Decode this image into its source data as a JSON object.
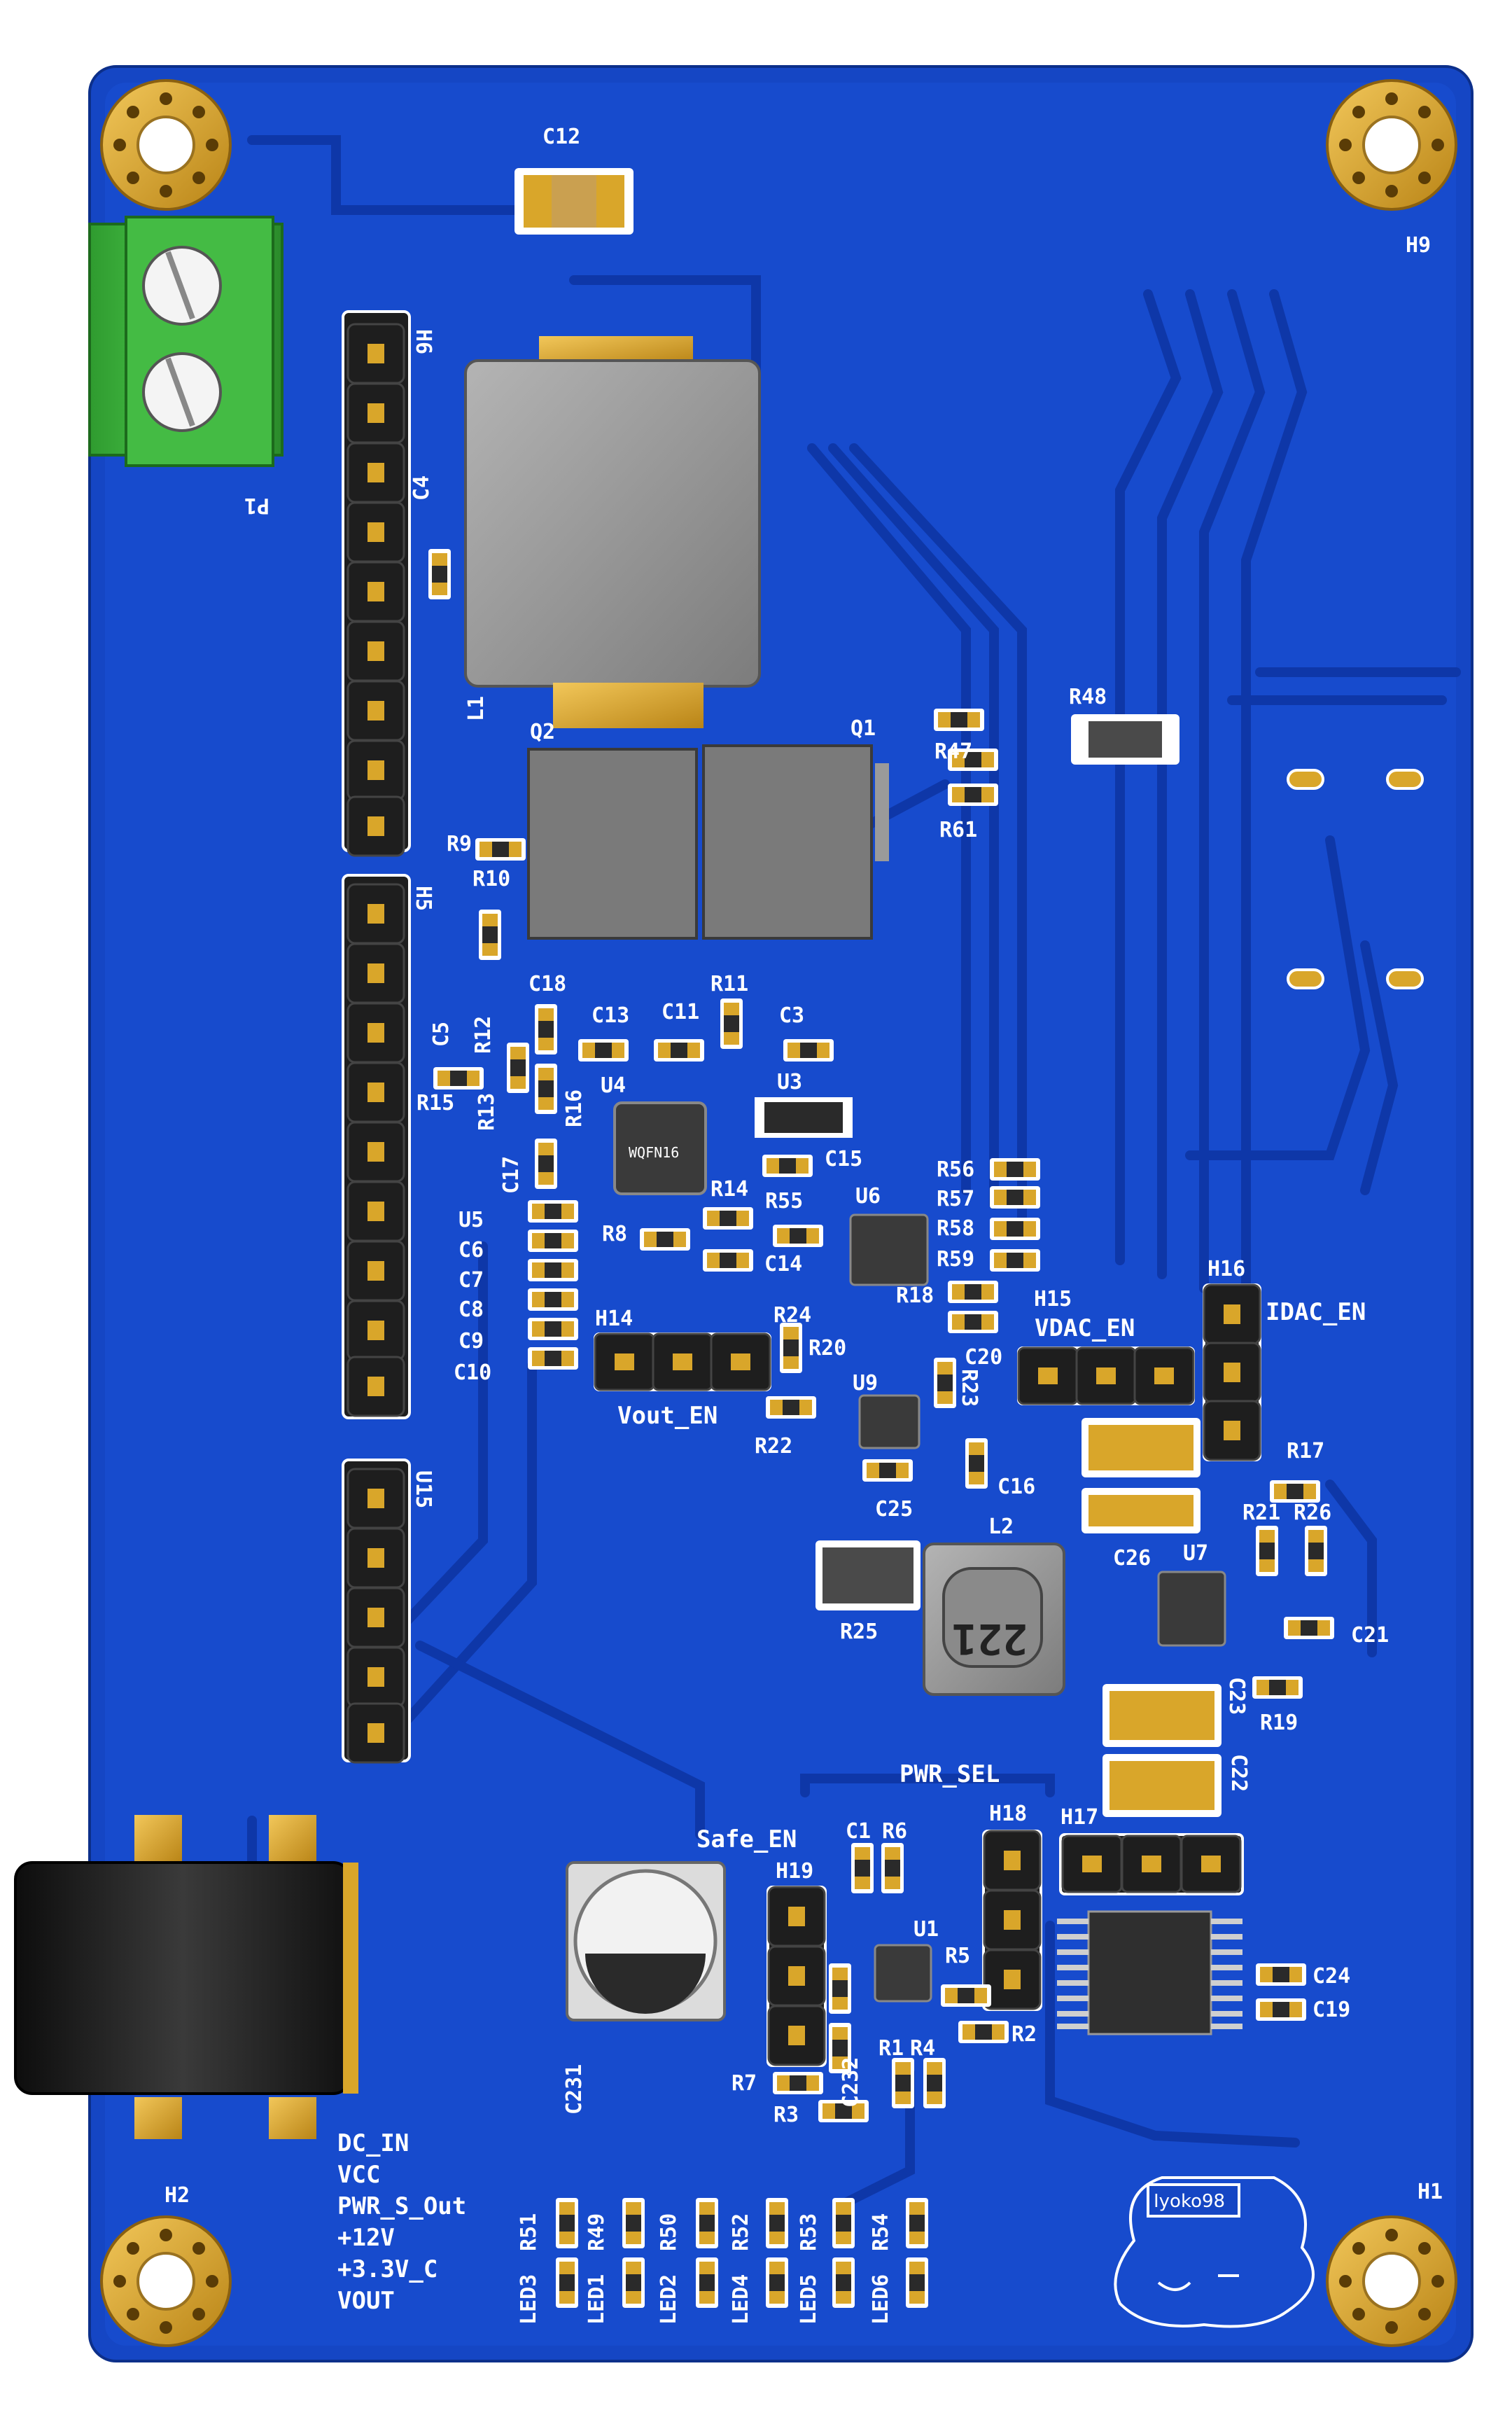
{
  "board": {
    "colors": {
      "substrate": "#1546c4",
      "copper_pour": "#1c56e0",
      "trace": "#0e37a8",
      "gold": "#d9a62a",
      "pad_silver": "#cfcfcf",
      "silkscreen": "#ffffff",
      "terminal_green": "#3cb43c",
      "header_black": "#1e1e1e",
      "inductor_grey": "#9a9a9a"
    },
    "labels": {
      "C12": "C12",
      "H9": "H9",
      "P1": "P1",
      "H6": "H6",
      "C4": "C4",
      "L1": "L1",
      "Q2": "Q2",
      "Q1": "Q1",
      "R48": "R48",
      "R47": "R47",
      "R61": "R61",
      "R9": "R9",
      "R10": "R10",
      "H5": "H5",
      "C18": "C18",
      "R11": "R11",
      "C13": "C13",
      "C11": "C11",
      "C3": "C3",
      "C5": "C5",
      "R12": "R12",
      "R15": "R15",
      "R13": "R13",
      "R16": "R16",
      "U4": "U4",
      "U3": "U3",
      "WQFN16": "WQFN16",
      "C15": "C15",
      "C17": "C17",
      "R14": "R14",
      "R55": "R55",
      "U6": "U6",
      "R56": "R56",
      "R57": "R57",
      "R58": "R58",
      "R59": "R59",
      "U5": "U5",
      "C6": "C6",
      "C7": "C7",
      "C8": "C8",
      "C9": "C9",
      "C10": "C10",
      "R8": "R8",
      "C14": "C14",
      "R18": "R18",
      "H15": "H15",
      "H16": "H16",
      "H14": "H14",
      "R24": "R24",
      "C20": "C20",
      "VDAC_EN": "VDAC_EN",
      "IDAC_EN": "IDAC_EN",
      "R20": "R20",
      "U9": "U9",
      "R23": "R23",
      "Vout_EN": "Vout_EN",
      "R22": "R22",
      "C16": "C16",
      "R17": "R17",
      "U15": "U15",
      "C25": "C25",
      "L2": "L2",
      "R21": "R21",
      "R26": "R26",
      "C26": "C26",
      "U7": "U7",
      "R25": "R25",
      "221": "221",
      "C21": "C21",
      "C23": "C23",
      "R19": "R19",
      "C22": "C22",
      "PWR_SEL": "PWR_SEL",
      "Safe_EN": "Safe_EN",
      "C1": "C1",
      "R6": "R6",
      "H18": "H18",
      "H17": "H17",
      "H19": "H19",
      "U1": "U1",
      "R5": "R5",
      "C24": "C24",
      "C19": "C19",
      "C231": "C231",
      "C232": "C232",
      "R2": "R2",
      "R1": "R1",
      "R4": "R4",
      "R7": "R7",
      "R3": "R3",
      "DC_IN": "DC_IN",
      "VCC": "VCC",
      "PWR_S_Out": "PWR_S_Out",
      "+12V": "+12V",
      "+3.3V_C": "+3.3V_C",
      "VOUT": "VOUT",
      "H2": "H2",
      "H1": "H1",
      "R51": "R51",
      "R49": "R49",
      "R50": "R50",
      "R52": "R52",
      "R53": "R53",
      "R54": "R54",
      "LED3": "LED3",
      "LED1": "LED1",
      "LED2": "LED2",
      "LED4": "LED4",
      "LED5": "LED5",
      "LED6": "LED6",
      "logo": "Iyoko98"
    }
  }
}
